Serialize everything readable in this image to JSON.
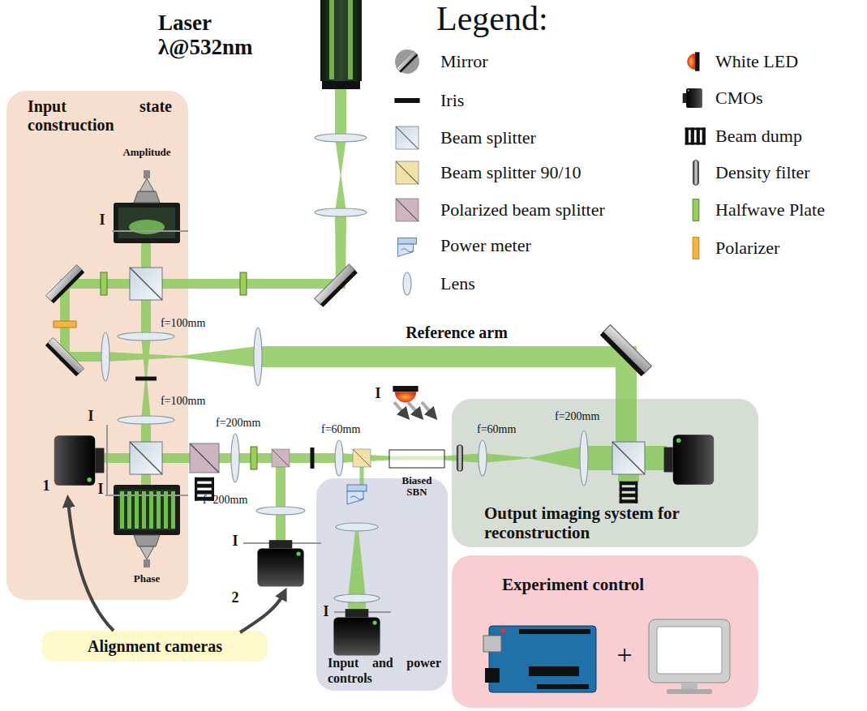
{
  "diagram": {
    "nodes": [
      {
        "text": [
          "Input state construction"
        ]
      },
      {
        "text": [
          "Input and power controls"
        ]
      },
      {
        "text": [
          "Output imaging system for reconstruction"
        ]
      },
      {
        "text": [
          "Experiment control"
        ]
      },
      {
        "text": [
          "Alignment cameras"
        ]
      }
    ],
    "labels": [
      "Laser λ@532nm",
      "Legend:",
      "Amplitude",
      "I",
      "f=100mm",
      "Reference arm",
      "f=100mm",
      "I",
      "f=200mm",
      "f=60mm",
      "I",
      "f=60mm",
      "f=200mm",
      "1",
      "I",
      "Biased SBN",
      "f=200mm",
      "I",
      "Phase",
      "2",
      "I",
      "+"
    ],
    "legend": [
      {
        "text": "Mirror"
      },
      {
        "text": "Iris"
      },
      {
        "text": "Beam splitter"
      },
      {
        "text": "Beam splitter 90/10"
      },
      {
        "text": "Polarized beam splitter"
      },
      {
        "text": "Power meter"
      },
      {
        "text": "Lens"
      },
      {
        "text": "White LED"
      },
      {
        "text": "CMOs"
      },
      {
        "text": "Beam dump"
      },
      {
        "text": "Density filter"
      },
      {
        "text": "Halfwave Plate"
      },
      {
        "text": "Polarizer"
      }
    ]
  }
}
